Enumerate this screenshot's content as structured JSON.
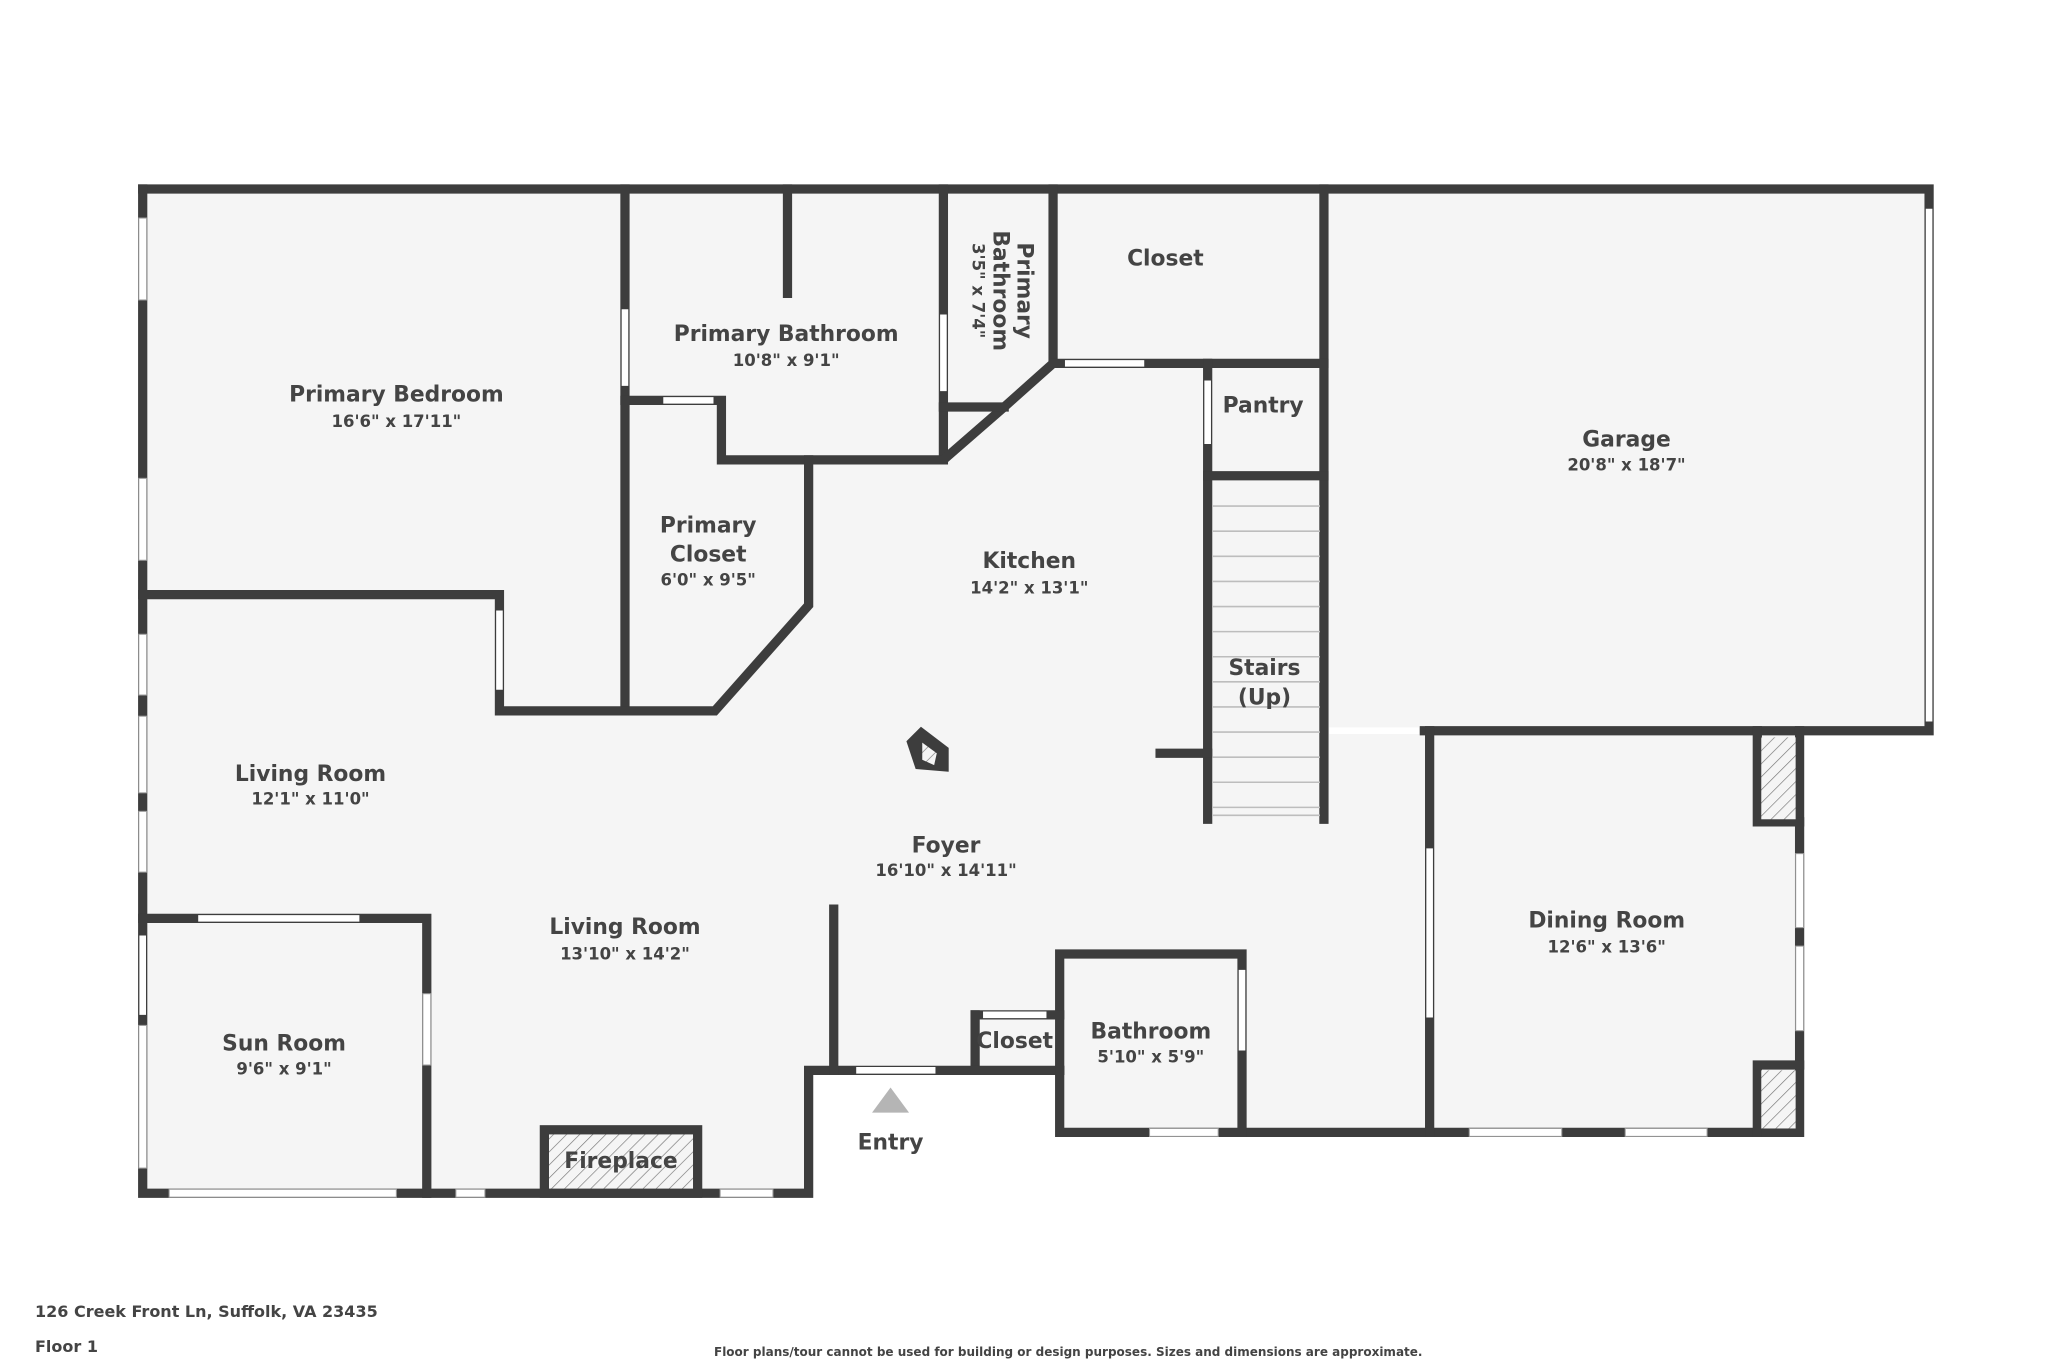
{
  "footer": {
    "address": "126 Creek Front Ln, Suffolk, VA 23435",
    "floor": "Floor 1",
    "disclaimer": "Floor plans/tour cannot be used for building or design purposes. Sizes and dimensions are approximate."
  },
  "colors": {
    "wall": "#3d3d3d",
    "floor": "#f5f5f5",
    "text": "#444444",
    "entry_marker": "#b5b5b5"
  },
  "rooms": {
    "primary_bedroom": {
      "name": "Primary Bedroom",
      "dims": "16'6\" x 17'11\""
    },
    "primary_bathroom": {
      "name": "Primary Bathroom",
      "dims": "10'8\" x 9'1\""
    },
    "primary_bathroom_small": {
      "name_line1": "Primary",
      "name_line2": "Bathroom",
      "dims": "3'5\" x 7'4\""
    },
    "closet_top": {
      "name": "Closet"
    },
    "pantry": {
      "name": "Pantry"
    },
    "garage": {
      "name": "Garage",
      "dims": "20'8\" x 18'7\""
    },
    "primary_closet": {
      "name_line1": "Primary",
      "name_line2": "Closet",
      "dims": "6'0\" x 9'5\""
    },
    "kitchen": {
      "name": "Kitchen",
      "dims": "14'2\" x 13'1\""
    },
    "stairs": {
      "name_line1": "Stairs",
      "name_line2": "(Up)"
    },
    "living_room_1": {
      "name": "Living Room",
      "dims": "12'1\" x 11'0\""
    },
    "foyer": {
      "name": "Foyer",
      "dims": "16'10\" x 14'11\""
    },
    "living_room_2": {
      "name": "Living Room",
      "dims": "13'10\" x 14'2\""
    },
    "sun_room": {
      "name": "Sun Room",
      "dims": "9'6\" x 9'1\""
    },
    "fireplace": {
      "name": "Fireplace"
    },
    "closet_bottom": {
      "name": "Closet"
    },
    "bathroom": {
      "name": "Bathroom",
      "dims": "5'10\" x 5'9\""
    },
    "dining_room": {
      "name": "Dining Room",
      "dims": "12'6\" x 13'6\""
    },
    "entry": {
      "name": "Entry"
    }
  },
  "icons": {
    "entry_marker": "triangle-up",
    "camera_viewpoint": "pentagon-marker"
  }
}
